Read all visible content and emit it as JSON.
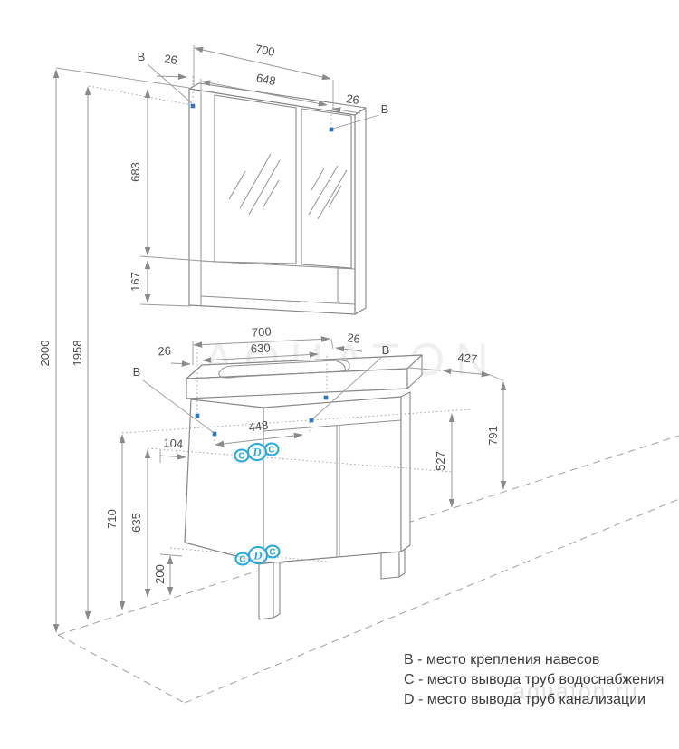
{
  "watermark": {
    "main": "AQUATON",
    "site": "aquaton.ru"
  },
  "labels": {
    "b": "B",
    "c": "C",
    "d": "D"
  },
  "legend": {
    "b": "B - место крепления навесов",
    "c": "C - место вывода труб водоснабжения",
    "d": "D - место вывода труб канализации"
  },
  "wall": {
    "total_height": "2000",
    "mirror_mount_height": "1958"
  },
  "mirror": {
    "width": "700",
    "mount_span": "648",
    "left_offset": "26",
    "right_offset": "26",
    "door_height": "683",
    "shelf_height": "167"
  },
  "vanity": {
    "width": "700",
    "basin_width": "630",
    "left_offset": "26",
    "right_offset": "26",
    "depth": "427",
    "top_height": "791",
    "upper_mount_height": "710",
    "pipe_level_height": "635",
    "supply_height": "527",
    "mount_span": "448",
    "side_offset": "104",
    "leg_clearance": "200"
  },
  "colors": {
    "accent": "#29a8e0",
    "mount_dot": "#2b77c0",
    "line": "#8a8a8a"
  }
}
